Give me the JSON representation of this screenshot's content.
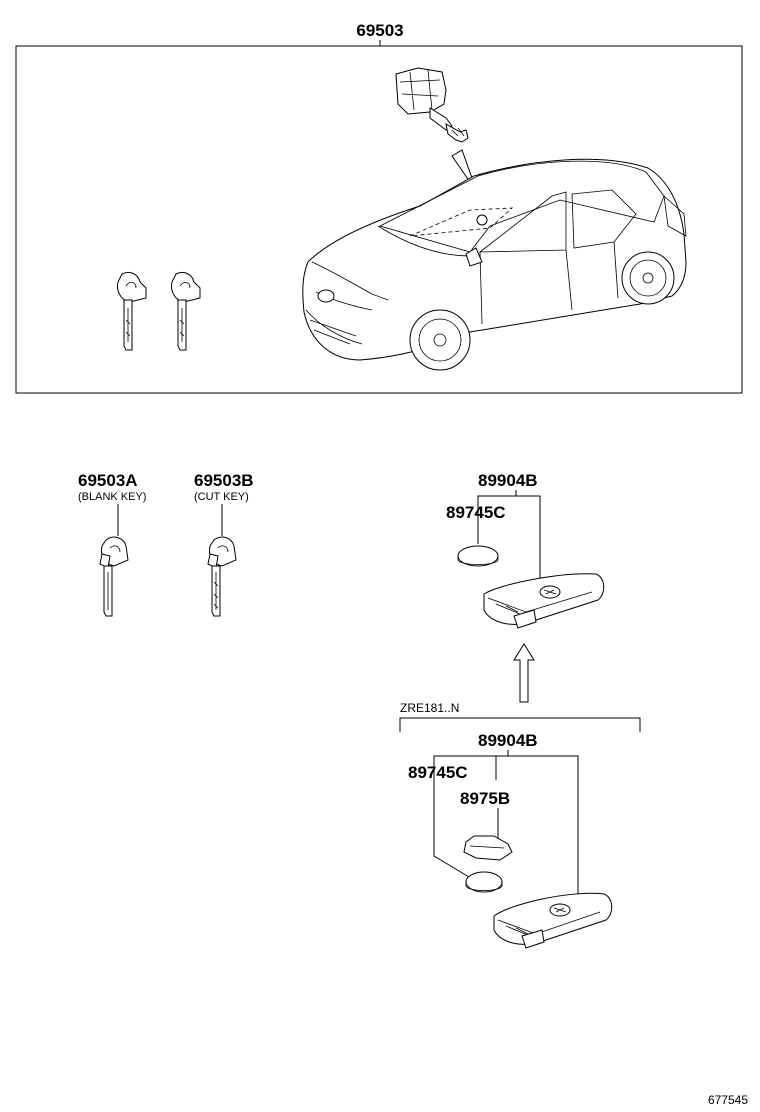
{
  "labels": {
    "assembly": "69503",
    "blank_key_part": "69503A",
    "blank_key_desc": "(BLANK KEY)",
    "cut_key_part": "69503B",
    "cut_key_desc": "(CUT KEY)",
    "upper_transmitter": "89904B",
    "upper_battery": "89745C",
    "variant_note": "ZRE181..N",
    "lower_transmitter": "89904B",
    "lower_battery": "89745C",
    "lower_cover": "8975B",
    "illustration_number": "677545"
  }
}
